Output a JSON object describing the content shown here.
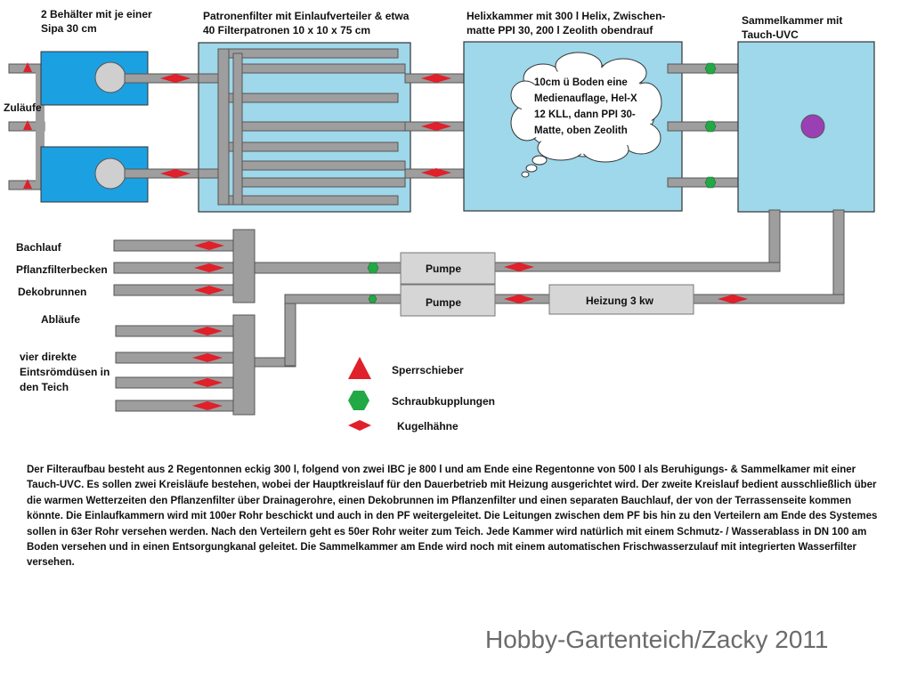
{
  "tanks": {
    "behaelter_title": "2 Behälter mit je einer Sipa 30 cm",
    "patronenfilter_title": "Patronenfilter mit Einlaufverteiler & etwa 40 Filterpatronen 10 x 10 x 75 cm",
    "helix_title": "Helixkammer mit 300 l Helix, Zwischen-matte PPI 30, 200 l Zeolith obendrauf",
    "sammel_title": "Sammelkammer mit Tauch-UVC"
  },
  "labels": {
    "zulaeufe": "Zuläufe",
    "bachlauf": "Bachlauf",
    "pflanzfilterbecken": "Pflanzfilterbecken",
    "dekobrunnen": "Dekobrunnen",
    "ablaeufe": "Abläufe",
    "duesen": "vier direkte Eintsrömdüsen in den Teich"
  },
  "cloud_text": "10cm ü Boden eine Medienauflage, Hel-X 12 KLL, dann PPI 30-Matte, oben Zeolith",
  "devices": {
    "pumpe_1": "Pumpe",
    "pumpe_2": "Pumpe",
    "heizung": "Heizung 3 kw"
  },
  "legend": {
    "sperrschieber": "Sperrschieber",
    "schraubkupplungen": "Schraubkupplungen",
    "kugelhaehne": "Kugelhähne"
  },
  "description": "Der Filteraufbau besteht aus 2 Regentonnen eckig 300 l, folgend von zwei IBC je 800 l und am Ende eine Regentonne von 500 l als Beruhigungs- & Sammelkamer mit einer Tauch-UVC. Es sollen zwei Kreisläufe bestehen, wobei der Hauptkreislauf für den Dauerbetrieb mit Heizung ausgerichtet wird. Der zweite Kreislauf bedient ausschließlich über die warmen Wetterzeiten den Pflanzenfilter über Drainagerohre, einen Dekobrunnen im Pflanzenfilter und einen separaten Bauchlauf, der von der Terrassenseite kommen könnte. Die Einlaufkammern wird mit 100er Rohr beschickt und auch in den PF weitergeleitet. Die Leitungen zwischen dem PF bis hin zu den Verteilern am Ende des Systemes sollen in 63er Rohr versehen werden. Nach den Verteilern geht es 50er Rohr weiter zum Teich. Jede Kammer wird natürlich mit einem Schmutz- / Wasserablass in DN 100 am Boden versehen und in einen Entsorgungkanal geleitet. Die Sammelkammer am Ende wird noch mit einem automatischen Frischwasserzulauf mit integrierten Wasserfilter versehen.",
  "watermark": "Hobby-Gartenteich/Zacky 2011",
  "colors": {
    "tank_blue": "#1ba1e2",
    "tank_light": "#9ed8ea",
    "pipe": "#9e9e9e",
    "valve_red": "#e0202a",
    "coupling_green": "#22a845",
    "uvc_purple": "#9b3fb5"
  }
}
